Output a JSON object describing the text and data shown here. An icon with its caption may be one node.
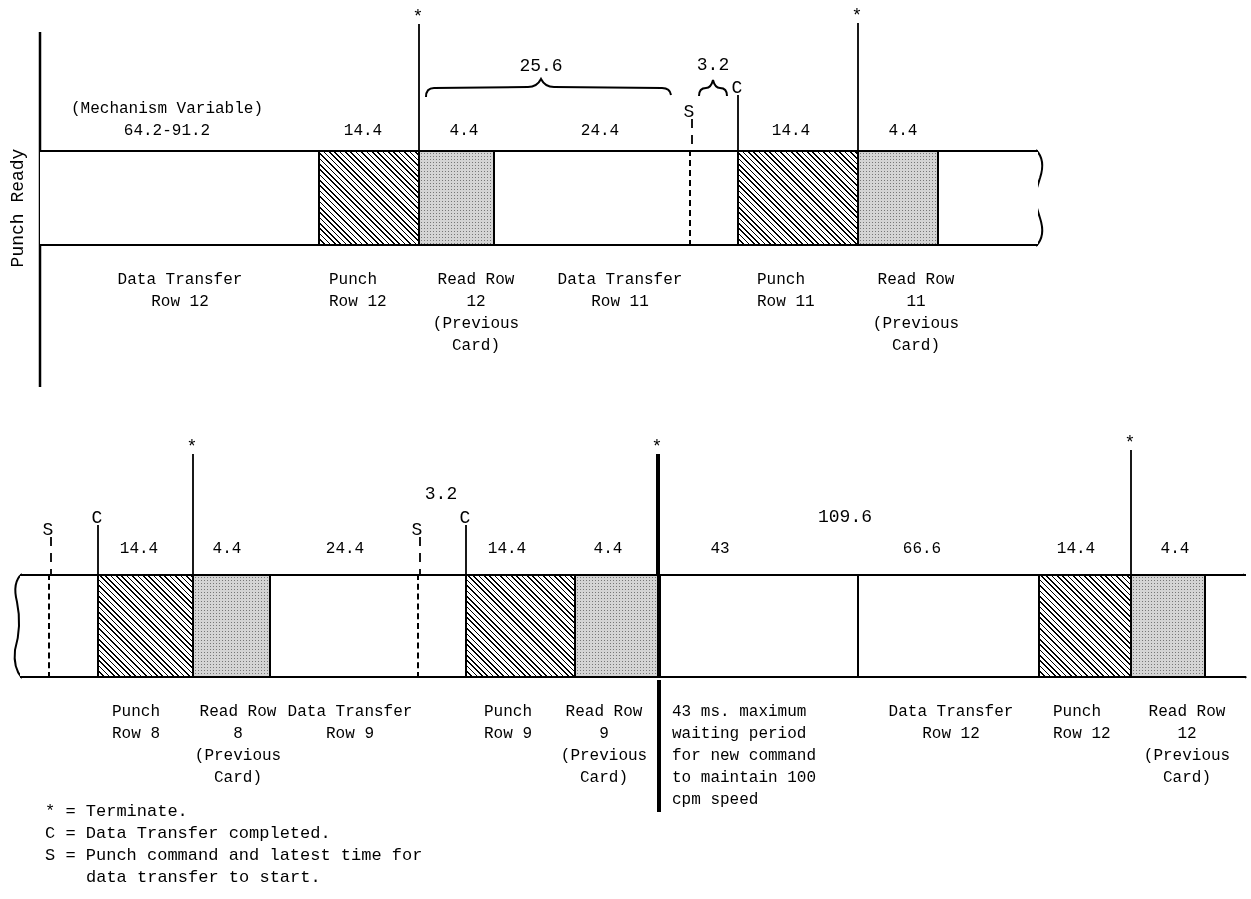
{
  "diagram": {
    "nodes": [
      {
        "text": [
          "(Mechanism Variable) 64.2-91.2",
          "Data Transfer Row 12"
        ]
      },
      {
        "text": [
          "14.4",
          "Punch Row 12"
        ]
      },
      {
        "text": [
          "4.4",
          "Read Row 12 (Previous Card)"
        ]
      },
      {
        "text": [
          "24.4",
          "Data Transfer Row 11"
        ]
      },
      {
        "text": [],
        "shape": "box"
      },
      {
        "text": [
          "14.4",
          "Punch Row 11"
        ]
      },
      {
        "text": [
          "4.4",
          "Read Row 11 (Previous Card)"
        ]
      },
      {
        "text": [],
        "shape": "box"
      },
      {
        "text": [],
        "shape": "box"
      },
      {
        "text": [],
        "shape": "box"
      },
      {
        "text": [
          "14.4",
          "Punch Row 8"
        ]
      },
      {
        "text": [
          "4.4",
          "Read Row 8 (Previous Card)"
        ]
      },
      {
        "text": [
          "24.4",
          "Data Transfer Row 9"
        ]
      },
      {
        "text": [],
        "shape": "box"
      },
      {
        "text": [
          "14.4",
          "Punch Row 9"
        ]
      },
      {
        "text": [
          "4.4",
          "Read Row 9 (Previous Card)"
        ]
      },
      {
        "text": [
          "43",
          "43 ms. maximum waiting period for new command to maintain 100 cpm speed"
        ]
      },
      {
        "text": [
          "66.6",
          "Data Transfer Row 12"
        ]
      },
      {
        "text": [
          "14.4",
          "Punch Row 12"
        ]
      },
      {
        "text": [
          "4.4",
          "Read Row 12 (Previous Card)"
        ]
      },
      {
        "text": [],
        "shape": "box"
      },
      {
        "text": [
          "*"
        ]
      },
      {
        "text": [
          "S"
        ]
      },
      {
        "text": [
          "C"
        ]
      },
      {
        "text": [
          "*"
        ]
      },
      {
        "text": [
          "S"
        ]
      },
      {
        "text": [
          "C"
        ]
      },
      {
        "text": [
          "*"
        ]
      },
      {
        "text": [
          "S"
        ]
      },
      {
        "text": [
          "C"
        ]
      },
      {
        "text": [
          "*"
        ]
      },
      {
        "text": [
          "*"
        ]
      }
    ],
    "edges": [
      {
        "from": 21,
        "to": 2,
        "arrow": "none"
      },
      {
        "from": 22,
        "to": 4,
        "arrow": "none",
        "style": "dashed"
      },
      {
        "from": 23,
        "to": 5,
        "arrow": "none"
      },
      {
        "from": 24,
        "to": 6,
        "arrow": "none"
      },
      {
        "from": 25,
        "to": 9,
        "arrow": "none",
        "style": "dashed"
      },
      {
        "from": 26,
        "to": 10,
        "arrow": "none"
      },
      {
        "from": 27,
        "to": 11,
        "arrow": "none"
      },
      {
        "from": 28,
        "to": 13,
        "arrow": "none",
        "style": "dashed"
      },
      {
        "from": 29,
        "to": 14,
        "arrow": "none"
      },
      {
        "from": 30,
        "to": 16,
        "arrow": "none",
        "style": "thick"
      },
      {
        "from": 31,
        "to": 19,
        "arrow": "none"
      }
    ],
    "labels": [
      "Punch Ready",
      "25.6",
      "3.2",
      "3.2",
      "109.6",
      "* = Terminate.",
      "C = Data Transfer completed.",
      "S = Punch command and latest time for data transfer to start."
    ]
  }
}
